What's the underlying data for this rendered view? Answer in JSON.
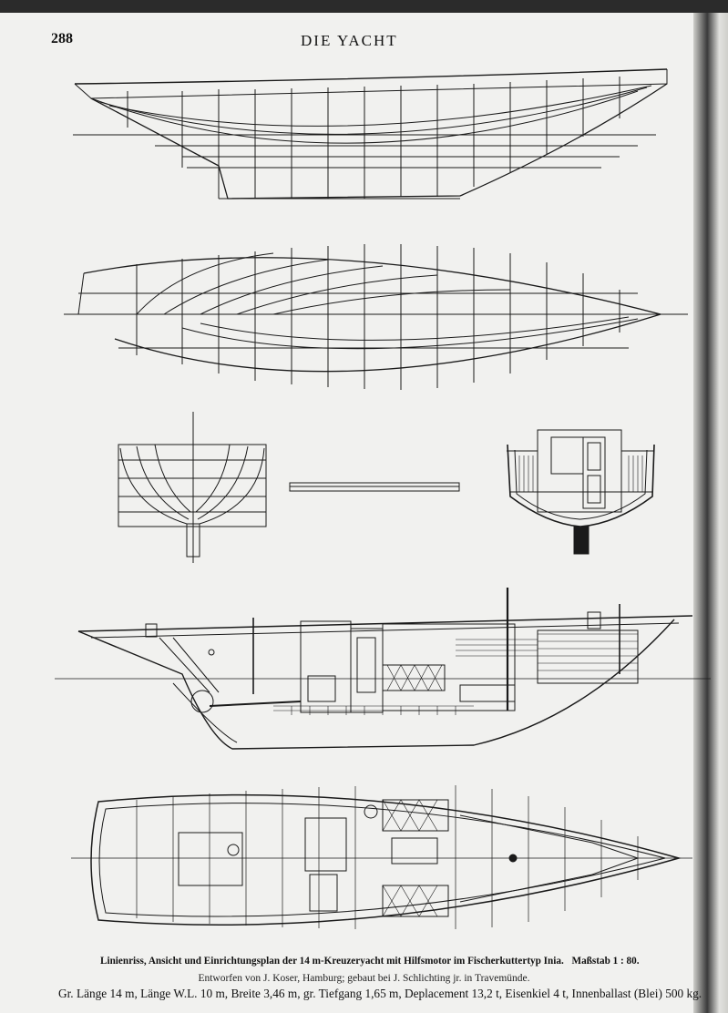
{
  "page": {
    "number": "288",
    "running_head": "DIE YACHT"
  },
  "caption": {
    "title": "Linienriss, Ansicht und Einrichtungsplan der 14 m-Kreuzeryacht mit Hilfsmotor im Fischerkuttertyp Inia.",
    "scale": "Maßstab 1 : 80.",
    "credit": "Entworfen von J. Koser, Hamburg; gebaut bei J. Schlichting jr. in Travemünde.",
    "specs": "Gr. Länge 14 m, Länge W.L. 10 m, Breite 3,46 m, gr. Tiefgang 1,65 m, Deplacement 13,2 t, Eisenkiel 4 t, Innenballast (Blei) 500 kg."
  },
  "colors": {
    "paper": "#f1f1ef",
    "ink": "#1a1a1a"
  }
}
